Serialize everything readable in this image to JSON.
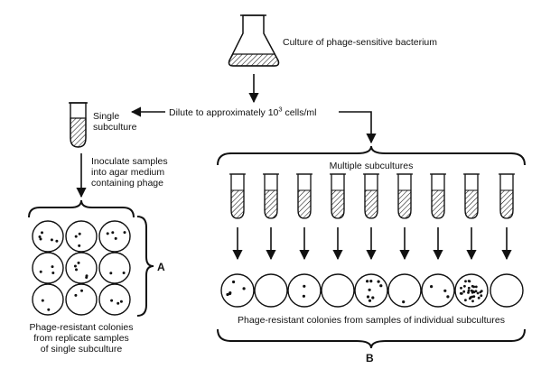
{
  "labels": {
    "flask_caption": "Culture of phage-sensitive bacterium",
    "dilute_caption_prefix": "Dilute to approximately 10",
    "dilute_caption_exponent": "3",
    "dilute_caption_suffix": " cells/ml",
    "single_line1": "Single",
    "single_line2": "subculture",
    "inoculate_line1": "Inoculate samples",
    "inoculate_line2": "into agar medium",
    "inoculate_line3": "containing phage",
    "multiple_caption": "Multiple subcultures",
    "left_result_line1": "Phage-resistant colonies",
    "left_result_line2": "from replicate samples",
    "left_result_line3": "of single subculture",
    "right_result_caption": "Phage-resistant colonies from samples of individual subcultures",
    "panel_a": "A",
    "panel_b": "B"
  },
  "colors": {
    "ink": "#111111",
    "background": "#ffffff"
  },
  "icons": [
    "flask-icon",
    "test-tube-icon",
    "petri-dish-icon",
    "down-arrow-icon",
    "left-arrow-icon",
    "curly-brace-icon"
  ],
  "left_replicate_dish_colony_counts": [
    5,
    3,
    4,
    3,
    5,
    2,
    2,
    2,
    3
  ],
  "right_subculture_dish_colony_counts": [
    5,
    0,
    2,
    0,
    8,
    1,
    3,
    30,
    0
  ]
}
